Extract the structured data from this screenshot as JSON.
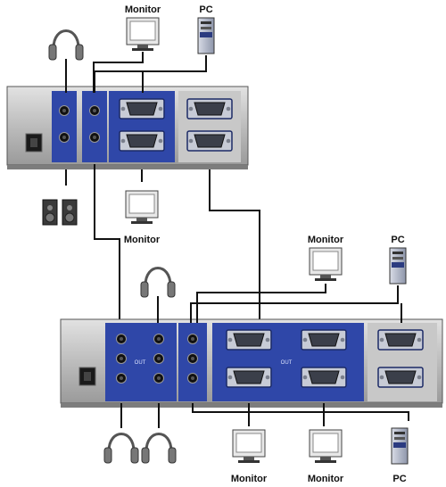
{
  "labels": {
    "top_monitor": "Monitor",
    "top_pc": "PC",
    "mid_monitor": "Monitor",
    "right_monitor": "Monitor",
    "right_pc": "PC",
    "bottom_monitor_1": "Monitor",
    "bottom_monitor_2": "Monitor",
    "bottom_pc": "PC",
    "bottom_switch_out": "OUT",
    "bottom_switch_out_2": "OUT"
  },
  "colors": {
    "panel_blue": "#2f47a8",
    "panel_gray": "#c8c8c8",
    "wire": "#111111"
  }
}
